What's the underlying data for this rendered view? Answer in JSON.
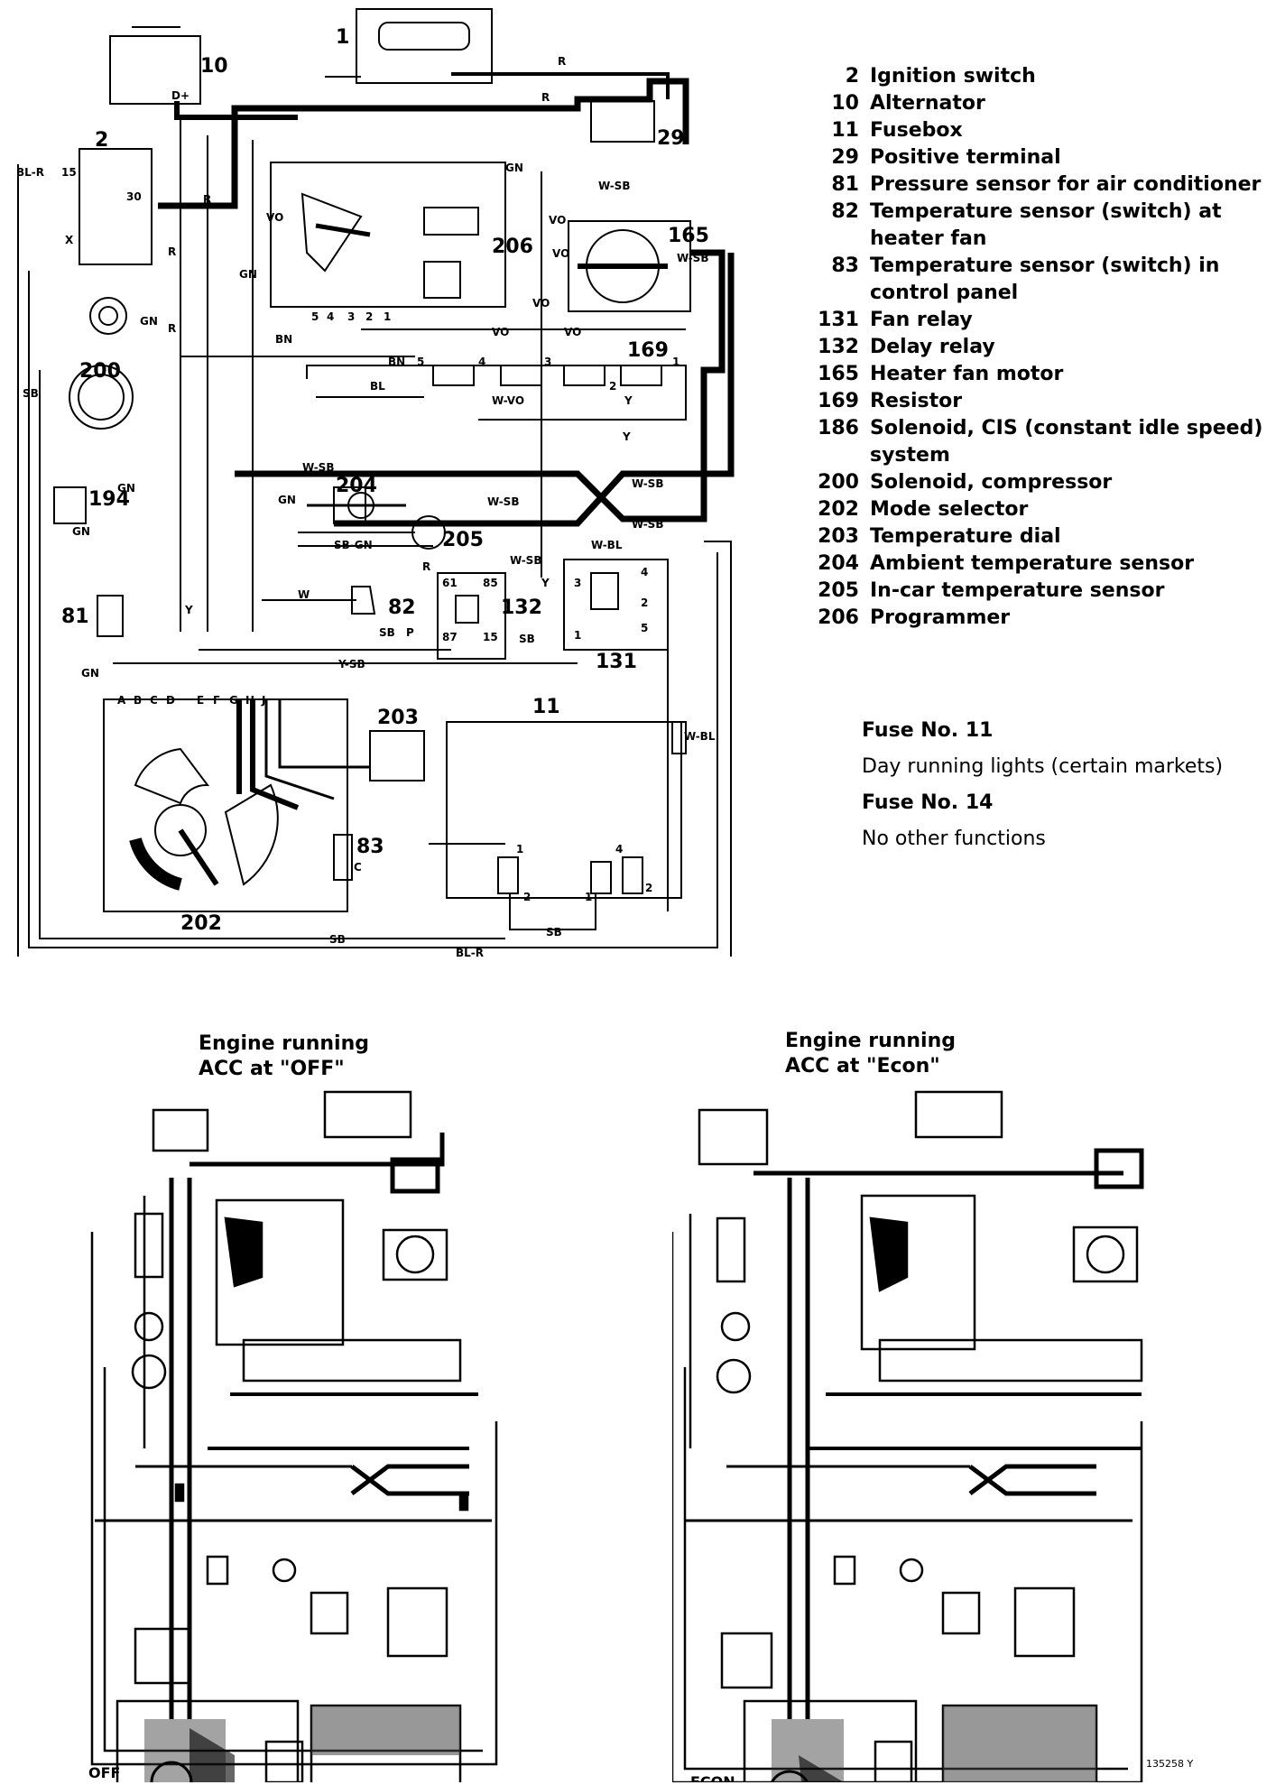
{
  "legend": [
    {
      "num": "2",
      "text": "Ignition switch"
    },
    {
      "num": "10",
      "text": "Alternator"
    },
    {
      "num": "11",
      "text": "Fusebox"
    },
    {
      "num": "29",
      "text": "Positive terminal"
    },
    {
      "num": "81",
      "text": "Pressure sensor for air conditioner"
    },
    {
      "num": "82",
      "text": "Temperature sensor (switch) at heater fan"
    },
    {
      "num": "83",
      "text": "Temperature sensor (switch) in control panel"
    },
    {
      "num": "131",
      "text": "Fan relay"
    },
    {
      "num": "132",
      "text": "Delay relay"
    },
    {
      "num": "165",
      "text": "Heater fan motor"
    },
    {
      "num": "169",
      "text": "Resistor"
    },
    {
      "num": "186",
      "text": "Solenoid, CIS (constant idle speed) system"
    },
    {
      "num": "200",
      "text": "Solenoid, compressor"
    },
    {
      "num": "202",
      "text": "Mode selector"
    },
    {
      "num": "203",
      "text": "Temperature dial"
    },
    {
      "num": "204",
      "text": "Ambient temperature sensor"
    },
    {
      "num": "205",
      "text": "In-car temperature sensor"
    },
    {
      "num": "206",
      "text": "Programmer"
    }
  ],
  "fuses": {
    "fuse11_heading": "Fuse No. 11",
    "fuse11_text": "Day running lights (certain markets)",
    "fuse14_heading": "Fuse No. 14",
    "fuse14_text": "No other functions"
  },
  "diagram_off": {
    "title_line1": "Engine running",
    "title_line2": "ACC at \"OFF\"",
    "mode_label": "OFF"
  },
  "diagram_econ": {
    "title_line1": "Engine running",
    "title_line2": "ACC at \"Econ\"",
    "mode_label": "ECON"
  },
  "figure_ref": "135258 Y",
  "components": {
    "c1": "1",
    "c10": "10",
    "c2": "2",
    "c29": "29",
    "c206": "206",
    "c165": "165",
    "c169": "169",
    "c200": "200",
    "c194": "194",
    "c81": "81",
    "c204": "204",
    "c205": "205",
    "c82": "82",
    "c132": "132",
    "c131": "131",
    "c11": "11",
    "c203": "203",
    "c83": "83",
    "c202": "202"
  },
  "terminals": {
    "t15": "15",
    "t30": "30",
    "tX": "X",
    "tDplus": "D+",
    "p5": "5",
    "p4": "4",
    "p3": "3",
    "p2": "2",
    "p1": "1",
    "r5": "5",
    "r4": "4",
    "r3": "3",
    "r2": "2",
    "r1": "1",
    "k61": "61",
    "k85": "85",
    "k87": "87",
    "k15": "15",
    "f3": "3",
    "f4": "4",
    "f2": "2",
    "f5": "5",
    "f1": "1",
    "s1a": "1",
    "s2a": "2",
    "s1b": "1",
    "s4": "4",
    "s2b": "2",
    "mA": "A",
    "mB": "B",
    "mC": "C",
    "mD": "D",
    "mE": "E",
    "mF": "F",
    "mG": "G",
    "mH": "H",
    "mJ": "J",
    "c83c": "C"
  },
  "wires": {
    "R1": "R",
    "R2": "R",
    "R3": "R",
    "R4": "R",
    "R5": "R",
    "R6": "R",
    "BLR1": "BL-R",
    "BLR2": "BL-R",
    "GN1": "GN",
    "GN2": "GN",
    "GN3": "GN",
    "GN4": "GN",
    "GN5": "GN",
    "GN6": "GN",
    "VO1": "VO",
    "VO2": "VO",
    "VO3": "VO",
    "VO4": "VO",
    "VO5": "VO",
    "VO6": "VO",
    "WSB1": "W-SB",
    "WSB2": "W-SB",
    "WSB3": "W-SB",
    "WSB4": "W-SB",
    "WSB5": "W-SB",
    "WSB6": "W-SB",
    "WSB7": "W-SB",
    "BN1": "BN",
    "BN2": "BN",
    "BL1": "BL",
    "WVO": "W-VO",
    "Y1": "Y",
    "Y2": "Y",
    "Y3": "Y",
    "Y4": "Y",
    "WBL1": "W-BL",
    "WBL2": "W-BL",
    "SBGN": "SB-GN",
    "W1": "W",
    "SB1": "SB",
    "SB2": "SB",
    "SB3": "SB",
    "SB4": "SB",
    "SB5": "SB",
    "P1": "P",
    "YSB": "Y-SB",
    "WBLv": "W-BL"
  }
}
